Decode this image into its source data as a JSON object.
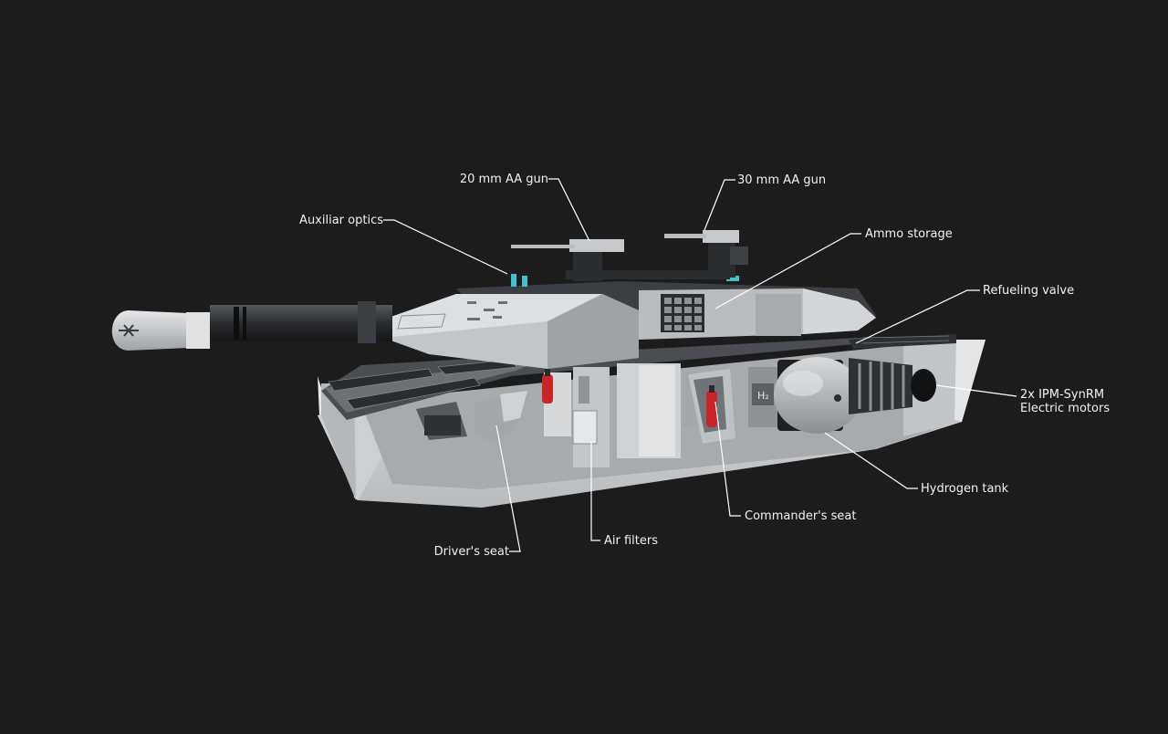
{
  "diagram": {
    "labels": {
      "aa20": "20 mm AA gun",
      "aa30": "30 mm AA gun",
      "aux_optics": "Auxiliar optics",
      "ammo_storage": "Ammo storage",
      "refueling_valve": "Refueling valve",
      "motors_line1": "2x IPM-SynRM",
      "motors_line2": "Electric motors",
      "hydrogen_tank": "Hydrogen tank",
      "commanders_seat": "Commander's seat",
      "air_filters": "Air filters",
      "drivers_seat": "Driver's seat",
      "h2_marking": "H₂"
    },
    "colors": {
      "background": "#1c1c1c",
      "hull": "#c9ccce",
      "hull_dark": "#8e9396",
      "armor_dark": "#3a3d40",
      "accent_cyan": "#3fc4cf",
      "extinguisher_red": "#c8252b",
      "leader_line": "#ffffff"
    }
  }
}
